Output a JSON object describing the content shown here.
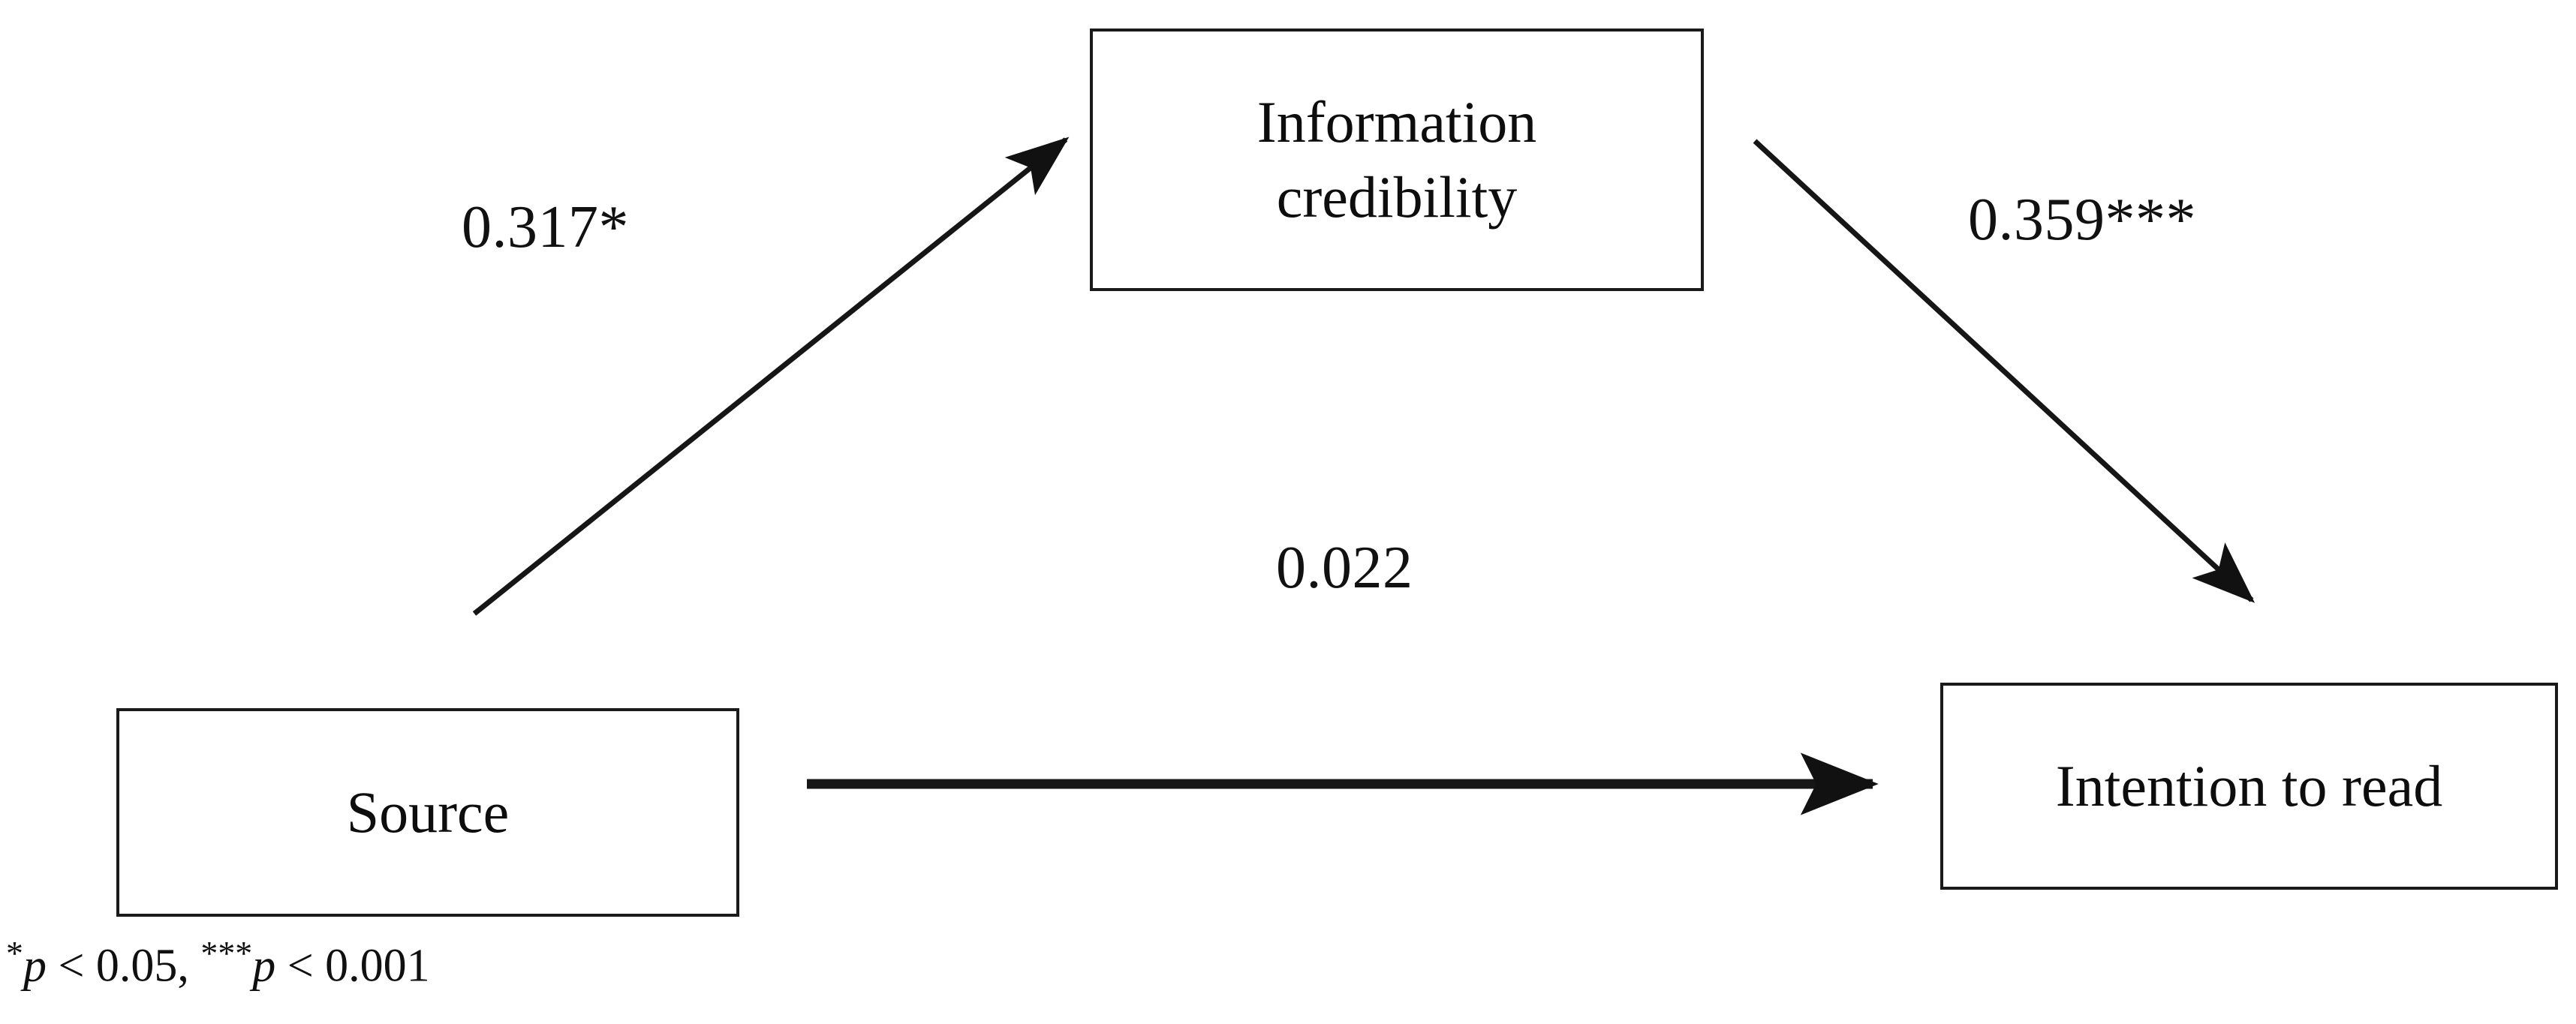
{
  "figure": {
    "type": "path-model-diagram",
    "background_color": "#ffffff",
    "line_color": "#1a1a1a",
    "text_color": "#0d0d0d",
    "nodes": [
      {
        "id": "source",
        "label": "Source"
      },
      {
        "id": "information_credibility",
        "label": "Information\ncredibility"
      },
      {
        "id": "intention_to_read",
        "label": "Intention to read"
      }
    ],
    "edges": [
      {
        "id": "source_to_credibility",
        "from": "source",
        "to": "information_credibility",
        "coefficient": "0.317",
        "significance": "*",
        "label": "0.317*",
        "style": "solid-thin-arrow"
      },
      {
        "id": "credibility_to_intention",
        "from": "information_credibility",
        "to": "intention_to_read",
        "coefficient": "0.359",
        "significance": "***",
        "label": "0.359***",
        "style": "solid-thin-arrow"
      },
      {
        "id": "source_to_intention",
        "from": "source",
        "to": "intention_to_read",
        "coefficient": "0.022",
        "significance": "",
        "label": "0.022",
        "style": "solid-thick-arrow"
      }
    ],
    "footnote": {
      "parts": [
        {
          "kind": "stars",
          "text": "*"
        },
        {
          "kind": "var",
          "text": "p"
        },
        {
          "kind": "plain",
          "text": " < 0.05, "
        },
        {
          "kind": "stars",
          "text": "***"
        },
        {
          "kind": "var",
          "text": "p"
        },
        {
          "kind": "plain",
          "text": " < 0.001"
        }
      ],
      "text": "*p < 0.05, ***p < 0.001"
    }
  }
}
